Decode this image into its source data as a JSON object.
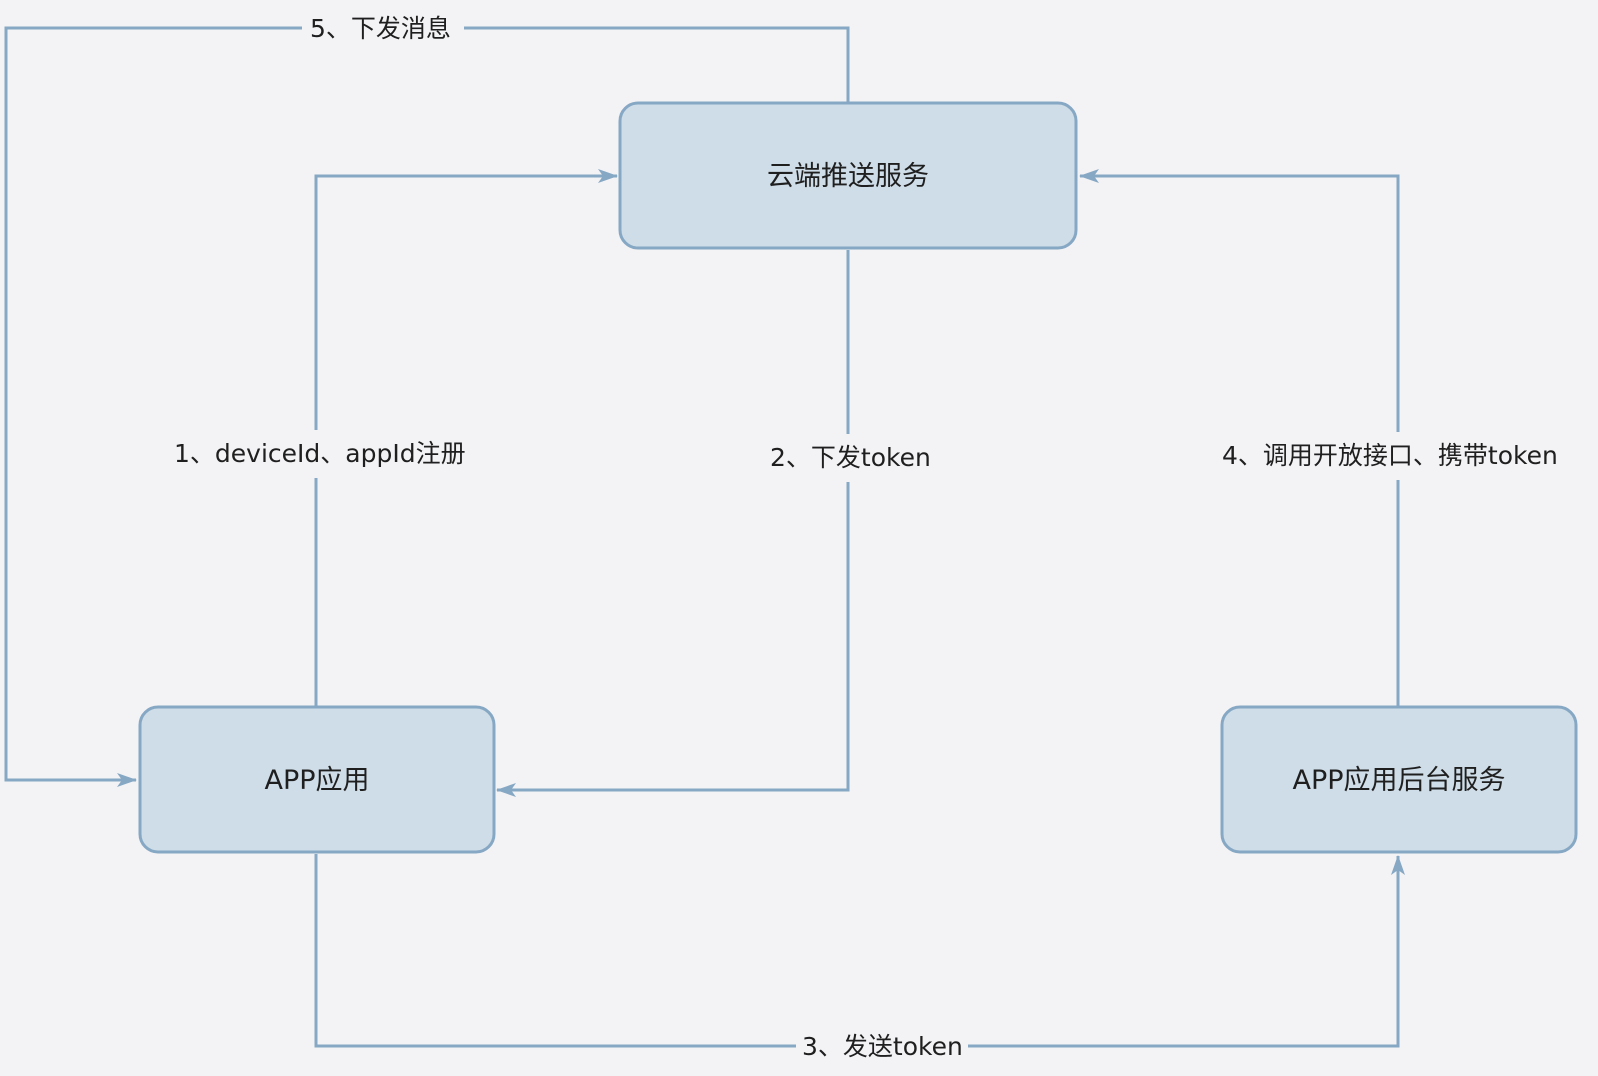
{
  "colors": {
    "background": "#f3f2f5",
    "node_fill": "#cfdde8",
    "node_border": "#86a8c4",
    "edge": "#86a8c4",
    "text": "#1f1f1f"
  },
  "nodes": {
    "cloud_push": {
      "label": "云端推送服务"
    },
    "app": {
      "label": "APP应用"
    },
    "app_backend": {
      "label": "APP应用后台服务"
    }
  },
  "edges": {
    "register": {
      "label": "1、deviceId、appId注册",
      "from": "APP应用",
      "to": "云端推送服务"
    },
    "issue_token": {
      "label": "2、下发token",
      "from": "云端推送服务",
      "to": "APP应用"
    },
    "send_token": {
      "label": "3、发送token",
      "from": "APP应用",
      "to": "APP应用后台服务"
    },
    "call_api": {
      "label": "4、调用开放接口、携带token",
      "from": "APP应用后台服务",
      "to": "云端推送服务"
    },
    "push_message": {
      "label": "5、下发消息",
      "from": "云端推送服务",
      "to": "APP应用"
    }
  }
}
